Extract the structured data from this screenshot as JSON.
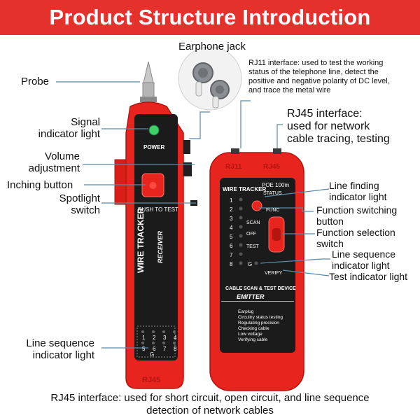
{
  "title": "Product Structure Introduction",
  "labels": {
    "earphone_jack": "Earphone jack",
    "probe": "Probe",
    "signal_line1": "Signal",
    "signal_line2": "indicator light",
    "volume_line1": "Volume",
    "volume_line2": "adjustment",
    "inching": "Inching button",
    "spotlight_line1": "Spotlight",
    "spotlight_line2": "switch",
    "line_seq_left_line1": "Line sequence",
    "line_seq_left_line2": "indicator light",
    "rj11_note_line1": "RJ11 interface: used to test the working",
    "rj11_note_line2": "status of the telephone line, detect the",
    "rj11_note_line3": "positive and negative polarity of DC level,",
    "rj11_note_line4": "and trace the metal wire",
    "rj45_top_line1": "RJ45 interface:",
    "rj45_top_line2": "used for network",
    "rj45_top_line3": "cable tracing, testing",
    "line_finding_line1": "Line finding",
    "line_finding_line2": "indicator light",
    "func_switch_line1": "Function switching",
    "func_switch_line2": "button",
    "func_select_line1": "Function selection",
    "func_select_line2": "switch",
    "line_seq_right_line1": "Line sequence",
    "line_seq_right_line2": "indicator light",
    "test_indicator": "Test indicator light",
    "bottom_line1": "RJ45 interface: used for short circuit, open circuit, and line sequence",
    "bottom_line2": "detection of network cables"
  },
  "receiver": {
    "power": "POWER",
    "push_to_test": "PUSH TO TEST",
    "wire_tracker": "WIRE TRACKER",
    "receiver": "RECEIVER",
    "rj45": "RJ45",
    "leds": [
      "1",
      "2",
      "3",
      "4",
      "5",
      "6",
      "7",
      "8"
    ],
    "ground": "G"
  },
  "emitter": {
    "rj11": "RJ11",
    "rj45": "RJ45",
    "wire_tracker": "WIRE TRACKER",
    "poe": "POE 100m",
    "status": "STATUS",
    "func": "FUNC",
    "scan": "SCAN",
    "off": "OFF",
    "test": "TEST",
    "leds": [
      "1",
      "2",
      "3",
      "4",
      "5",
      "6",
      "7",
      "8"
    ],
    "ground": "G",
    "verify": "VERIFY",
    "cable_scan": "CABLE SCAN & TEST DEVICE",
    "emitter": "EMITTER",
    "features": [
      "Earplug",
      "Circuitry status testing",
      "Regulating precision",
      "Checking cable",
      "Low voltage",
      "Verifying cable"
    ]
  },
  "colors": {
    "accent": "#e5312c",
    "device_red": "#e8241f",
    "panel_dark": "#1b1b1b",
    "leader": "#5a8ba7"
  }
}
